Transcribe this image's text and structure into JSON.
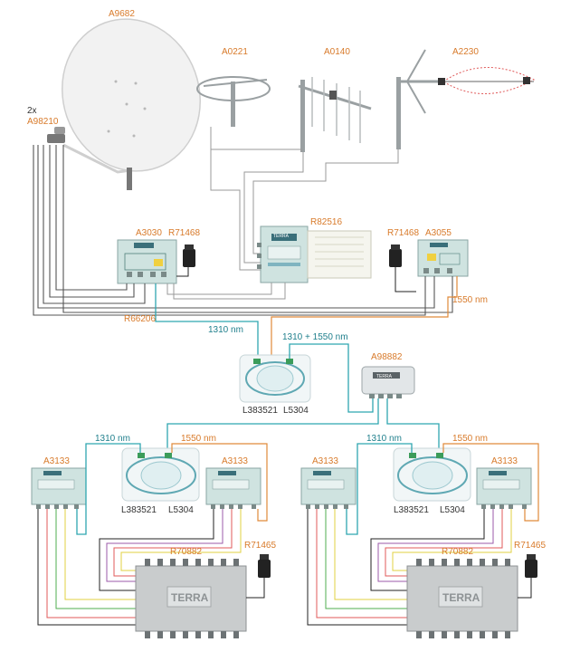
{
  "labels": {
    "dish": "A9682",
    "lnb_count": "2x",
    "lnb": "A98210",
    "antenna1": "A0221",
    "antenna2": "A0140",
    "antenna3": "A2230",
    "tx1": "A3030",
    "psu1": "R71468",
    "headend": "R82516",
    "psu2": "R71468",
    "tx2": "A3055",
    "wl_1550_top": "1550 nm",
    "cable": "R66206",
    "wl_1310_top": "1310 nm",
    "wl_combined": "1310 + 1550 nm",
    "splitter": "A98882",
    "coupler_center_l": "L383521",
    "coupler_center_r": "L5304",
    "left_rx1": "A3133",
    "left_1310": "1310 nm",
    "left_1550": "1550 nm",
    "left_rx2": "A3133",
    "left_coupler_l": "L383521",
    "left_coupler_r": "L5304",
    "left_switch": "R70882",
    "left_psu": "R71465",
    "right_rx1": "A3133",
    "right_1310": "1310 nm",
    "right_1550": "1550 nm",
    "right_rx2": "A3133",
    "right_coupler_l": "L383521",
    "right_coupler_r": "L5304",
    "right_switch": "R70882",
    "right_psu": "R71465",
    "brand": "TERRA",
    "brand_left": "TERRA",
    "brand_right": "TERRA"
  }
}
